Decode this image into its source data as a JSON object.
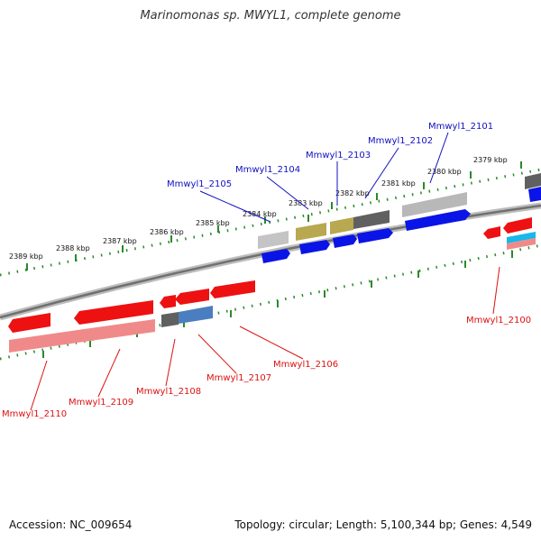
{
  "title": "Marinomonas sp. MWYL1, complete genome",
  "footer": {
    "accession": "Accession: NC_009654",
    "summary": "Topology: circular; Length: 5,100,344 bp; Genes: 4,549"
  },
  "colors": {
    "forward_label": "#1010c0",
    "reverse_label": "#dd1111",
    "tick": "#2a8a2a",
    "backbone": "#888888",
    "cds_forward": "#0a14e6",
    "cds_reverse": "#ee1111",
    "rna_reverse": "#f08a8a",
    "gray_feature": "#b8b8b8",
    "dark_feature": "#606060",
    "olive_feature": "#b8a850",
    "steel_feature": "#4a7ec0",
    "cyan_feature": "#18b8e8"
  },
  "scale_labels": [
    "2379 kbp",
    "2380 kbp",
    "2381 kbp",
    "2382 kbp",
    "2383 kbp",
    "2384 kbp",
    "2385 kbp",
    "2386 kbp",
    "2387 kbp",
    "2388 kbp",
    "2389 kbp"
  ],
  "forward_genes": [
    "Mmwyl1_2101",
    "Mmwyl1_2102",
    "Mmwyl1_2103",
    "Mmwyl1_2104",
    "Mmwyl1_2105"
  ],
  "reverse_genes": [
    "Mmwyl1_2100",
    "Mmwyl1_2106",
    "Mmwyl1_2107",
    "Mmwyl1_2108",
    "Mmwyl1_2109",
    "Mmwyl1_2110"
  ]
}
